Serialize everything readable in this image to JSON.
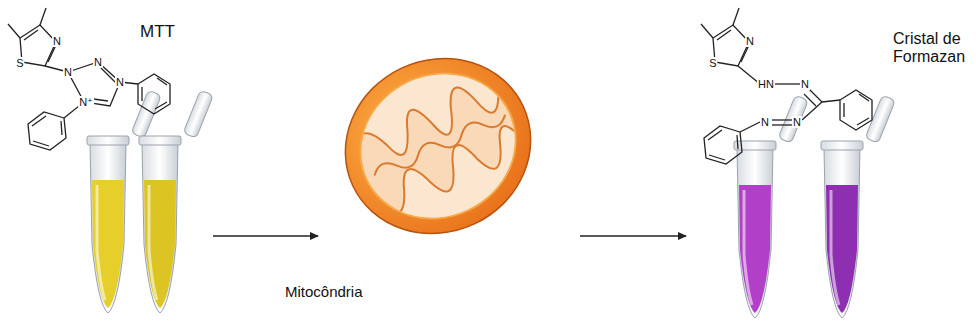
{
  "diagram": {
    "labels": [
      "MTT",
      "Mitocôndria",
      "Cristal de Formazan",
      "N",
      "S",
      "N",
      "N",
      "N",
      "N⁺",
      "N",
      "S",
      "HN",
      "N",
      "N",
      "N"
    ]
  }
}
